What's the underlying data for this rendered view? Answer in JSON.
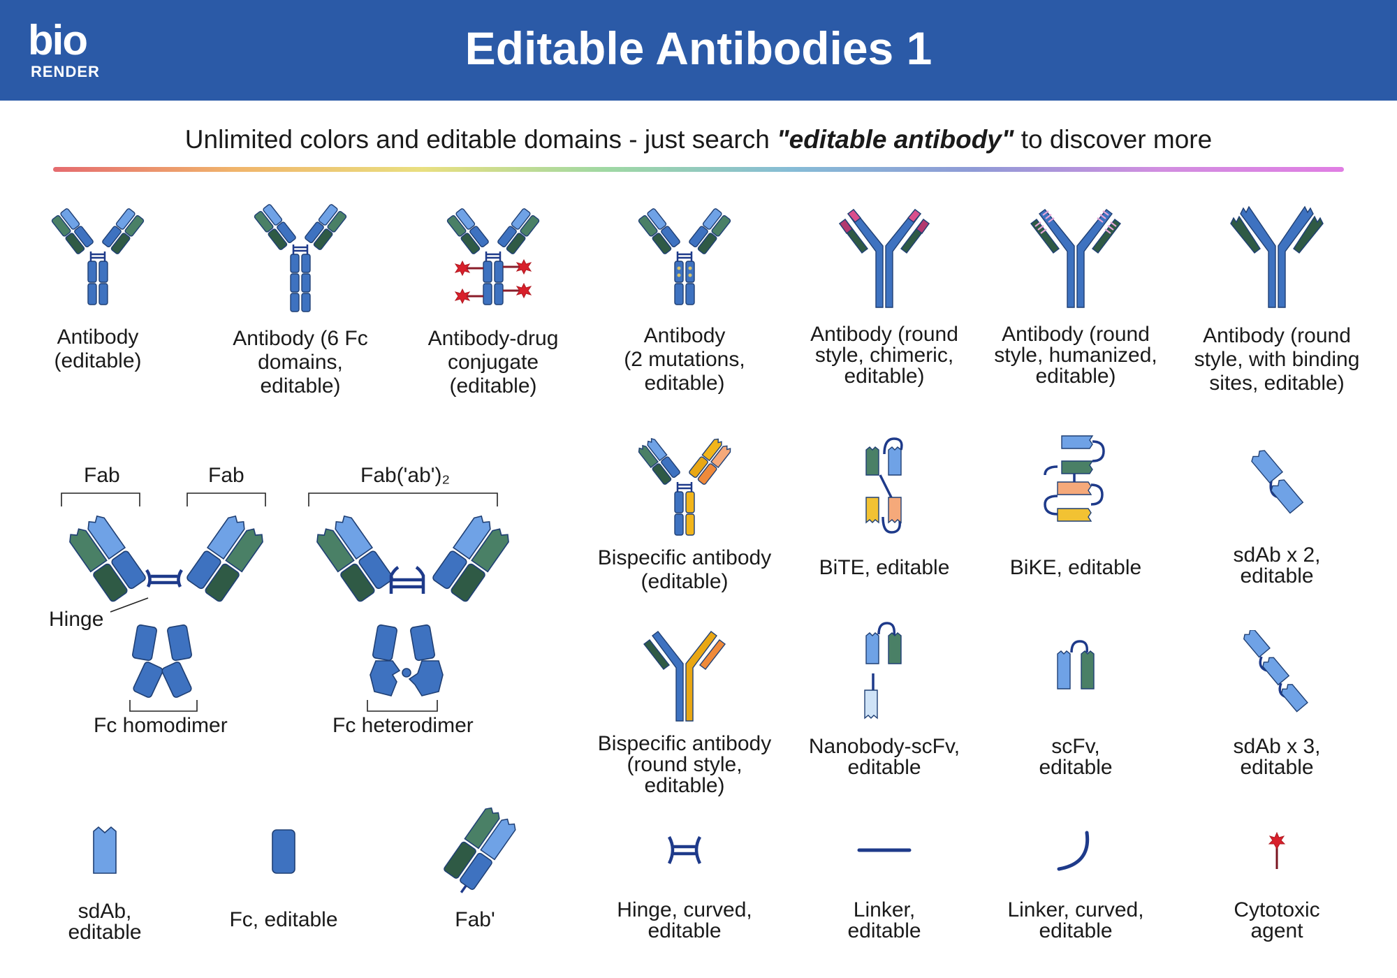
{
  "header": {
    "logo_line1": "bio",
    "logo_line2": "RENDER",
    "title": "Editable Antibodies 1"
  },
  "subtitle": {
    "prefix": "Unlimited colors and editable domains - just search ",
    "emphasis": "\"editable antibody\"",
    "suffix": " to discover more"
  },
  "colors": {
    "header": "#2b5aa7",
    "domain_blue": "#3e72c0",
    "domain_light_blue": "#6fa2e6",
    "domain_green": "#4a8066",
    "domain_dark_green": "#2f5a45",
    "hinge_navy": "#1e3a8a",
    "chimeric_pink": "#d94f8c",
    "yellow": "#f2b51a",
    "orange": "#ef8a3b",
    "drug_red": "#d8202b"
  },
  "items": {
    "antibody": {
      "label": "Antibody\n(editable)",
      "icon": "antibody-icon"
    },
    "antibody6fc": {
      "label": "Antibody (6 Fc\ndomains,\neditable)",
      "icon": "antibody-6fc-icon"
    },
    "adc": {
      "label": "Antibody-drug\nconjugate\n(editable)",
      "icon": "antibody-drug-conjugate-icon"
    },
    "mutations": {
      "label": "Antibody\n(2 mutations,\neditable)",
      "icon": "antibody-mutations-icon"
    },
    "chimeric": {
      "label": "Antibody (round\nstyle, chimeric,\neditable)",
      "icon": "antibody-chimeric-icon"
    },
    "humanized": {
      "label": "Antibody (round\nstyle, humanized,\neditable)",
      "icon": "antibody-humanized-icon"
    },
    "binding_sites": {
      "label": "Antibody (round\nstyle, with binding\nsites, editable)",
      "icon": "antibody-binding-sites-icon"
    },
    "bispecific": {
      "label": "Bispecific antibody\n(editable)",
      "icon": "bispecific-antibody-icon"
    },
    "bite": {
      "label": "BiTE, editable",
      "icon": "bite-icon"
    },
    "bike": {
      "label": "BiKE, editable",
      "icon": "bike-icon"
    },
    "sdab2": {
      "label": "sdAb x 2,\neditable",
      "icon": "sdab-x2-icon"
    },
    "bispecific_round": {
      "label": "Bispecific antibody\n(round style,\neditable)",
      "icon": "bispecific-round-icon"
    },
    "nanobody_scfv": {
      "label": "Nanobody-scFv,\neditable",
      "icon": "nanobody-scfv-icon"
    },
    "scfv": {
      "label": "scFv,\neditable",
      "icon": "scfv-icon"
    },
    "sdab3": {
      "label": "sdAb x 3,\neditable",
      "icon": "sdab-x3-icon"
    },
    "sdab": {
      "label": "sdAb,\neditable",
      "icon": "sdab-icon"
    },
    "fc": {
      "label": "Fc, editable",
      "icon": "fc-icon"
    },
    "fab_prime": {
      "label": "Fab'",
      "icon": "fab-prime-icon"
    },
    "hinge_curved": {
      "label": "Hinge, curved,\neditable",
      "icon": "hinge-curved-icon"
    },
    "linker": {
      "label": "Linker,\neditable",
      "icon": "linker-icon"
    },
    "linker_curved": {
      "label": "Linker, curved,\neditable",
      "icon": "linker-curved-icon"
    },
    "cytotoxic": {
      "label": "Cytotoxic\nagent",
      "icon": "cytotoxic-agent-icon"
    }
  },
  "schematic": {
    "fab_left": "Fab",
    "fab_right": "Fab",
    "fab_ab2": "Fab('ab')₂",
    "hinge": "Hinge",
    "fc_homodimer": "Fc homodimer",
    "fc_heterodimer": "Fc heterodimer"
  }
}
